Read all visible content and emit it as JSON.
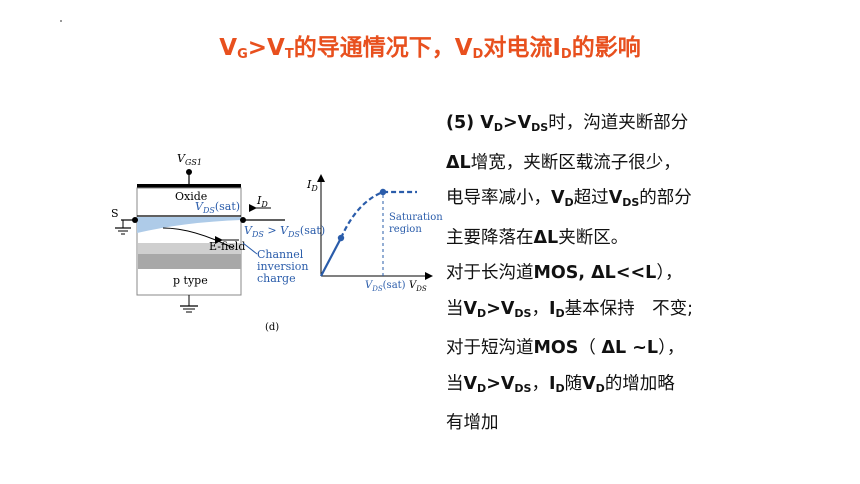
{
  "title": {
    "vg": "V",
    "vg_sub": "G",
    "gt1": ">V",
    "vt_sub": "T",
    "mid": "的导通情况下，",
    "vd": "V",
    "vd_sub": "D",
    "mid2": "对电流",
    "id": "I",
    "id_sub": "D",
    "end": "的影响"
  },
  "figure": {
    "gate_label": "V",
    "gate_sub": "GS1",
    "oxide_label": "Oxide",
    "vds_sat_label": "V",
    "vds_sat_sub": "DS",
    "vds_sat_tail": "(sat)",
    "id_label": "I",
    "id_sub": "D",
    "source_label": "S",
    "cond_vds": "V",
    "cond_vds_sub": "DS",
    "cond_gt": " > V",
    "cond_vds2_sub": "DS",
    "cond_tail": "(sat)",
    "efield_label": "E-field",
    "channel_line1": "Channel",
    "channel_line2": "inversion",
    "channel_line3": "charge",
    "ptype_label": "p type",
    "panel_label": "(d)",
    "graph_y": "I",
    "graph_y_sub": "D",
    "saturation_line1": "Saturation",
    "saturation_line2": "region",
    "x_tick": "V",
    "x_tick_sub": "DS",
    "x_tick_tail": "(sat)",
    "x_axis": "V",
    "x_axis_sub": "DS",
    "colors": {
      "blue": "#2a5caa",
      "channel": "#aecbe8",
      "gray": "#a8a8a8"
    }
  },
  "text": {
    "l1_a": "(5) V",
    "l1_sub1": "D",
    "l1_b": ">V",
    "l1_sub2": "DS",
    "l1_c": "时，沟道夹断部分",
    "l2_a": "ΔL",
    "l2_b": "增宽，夹断区载流子很少，",
    "l3_a": "电导率减小，",
    "l3_b": "V",
    "l3_sub1": "D",
    "l3_c": "超过",
    "l3_d": "V",
    "l3_sub2": "DS",
    "l3_e": "的部分",
    "l4_a": "主要降落在",
    "l4_b": "ΔL",
    "l4_c": "夹断区。",
    "l5_a": "对于长沟道",
    "l5_b": "MOS, ΔL<<L",
    "l5_c": "），",
    "l6_a": "当",
    "l6_b": "V",
    "l6_sub1": "D",
    "l6_c": ">V",
    "l6_sub2": "DS",
    "l6_d": "，",
    "l6_e": "I",
    "l6_sub3": "D",
    "l6_f": "基本保持　不变;",
    "l7_a": "对于短沟道",
    "l7_b": "MOS",
    "l7_c": "（ ",
    "l7_d": "ΔL ~L",
    "l7_e": "），",
    "l8_a": "当",
    "l8_b": "V",
    "l8_sub1": "D",
    "l8_c": ">V",
    "l8_sub2": "DS",
    "l8_d": "，",
    "l8_e": "I",
    "l8_sub3": "D",
    "l8_f": "随",
    "l8_g": "V",
    "l8_sub4": "D",
    "l8_h": "的增加略",
    "l9": "有增加"
  }
}
